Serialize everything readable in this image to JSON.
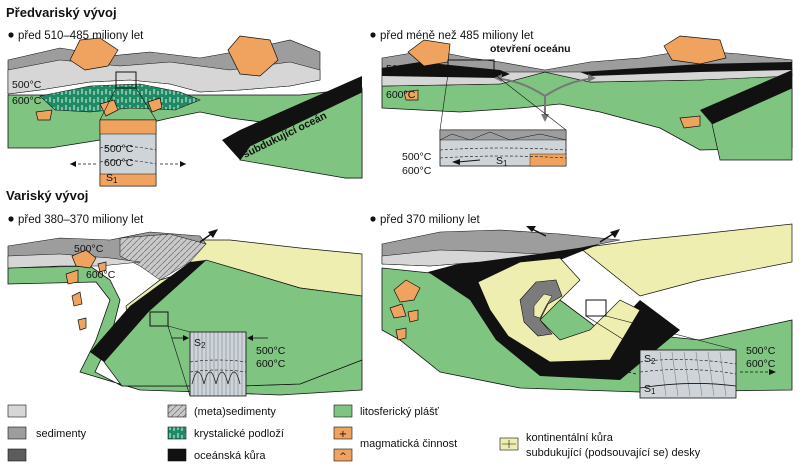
{
  "sections": {
    "predvariscan": "Předvariský vývoj",
    "variscan": "Variský vývoj"
  },
  "panels": [
    {
      "title": "před 510–485 miliony let",
      "labels": {
        "t500": "500°C",
        "t600": "600°C",
        "inset_t500": "500°C",
        "inset_t600": "600°C",
        "s": "S",
        "s_sub": "1",
        "ocean": "subdukující oceán"
      }
    },
    {
      "title": "před méně než 485 miliony let",
      "labels": {
        "opening": "otevření oceánu",
        "t500": "500°C",
        "t600": "600°C",
        "inset_t500": "500°C",
        "inset_t600": "600°C",
        "s": "S",
        "s_sub": "1"
      }
    },
    {
      "title": "před 380–370 miliony let",
      "labels": {
        "t500": "500°C",
        "t600": "600°C",
        "inset_t500": "500°C",
        "inset_t600": "600°C",
        "s": "S",
        "s_sub": "2"
      }
    },
    {
      "title": "před 370 miliony let",
      "labels": {
        "inset_t500": "500°C",
        "inset_t600": "600°C",
        "s2": "S",
        "s2_sub": "2",
        "s1": "S",
        "s1_sub": "1"
      }
    }
  ],
  "legend": {
    "sediments": "sedimenty",
    "metasediments": "(meta)sedimenty",
    "basement": "krystalické podloží",
    "oceanic_crust": "oceánská kůra",
    "mantle": "litosferický plášť",
    "magmatic": "magmatická činnost",
    "continental_1": "kontinentální kůra",
    "continental_2": "subdukující (podsouvající se) desky"
  },
  "colors": {
    "mantle_green": "#7fc481",
    "crust_yellow": "#eeeeb0",
    "magma_orange": "#f0a25f",
    "basement_teal": "#1f8a64",
    "sed_light": "#d6d6d6",
    "sed_mid": "#9d9d9d",
    "sed_dark": "#5c5c5c",
    "oceanic_black": "#111111"
  }
}
